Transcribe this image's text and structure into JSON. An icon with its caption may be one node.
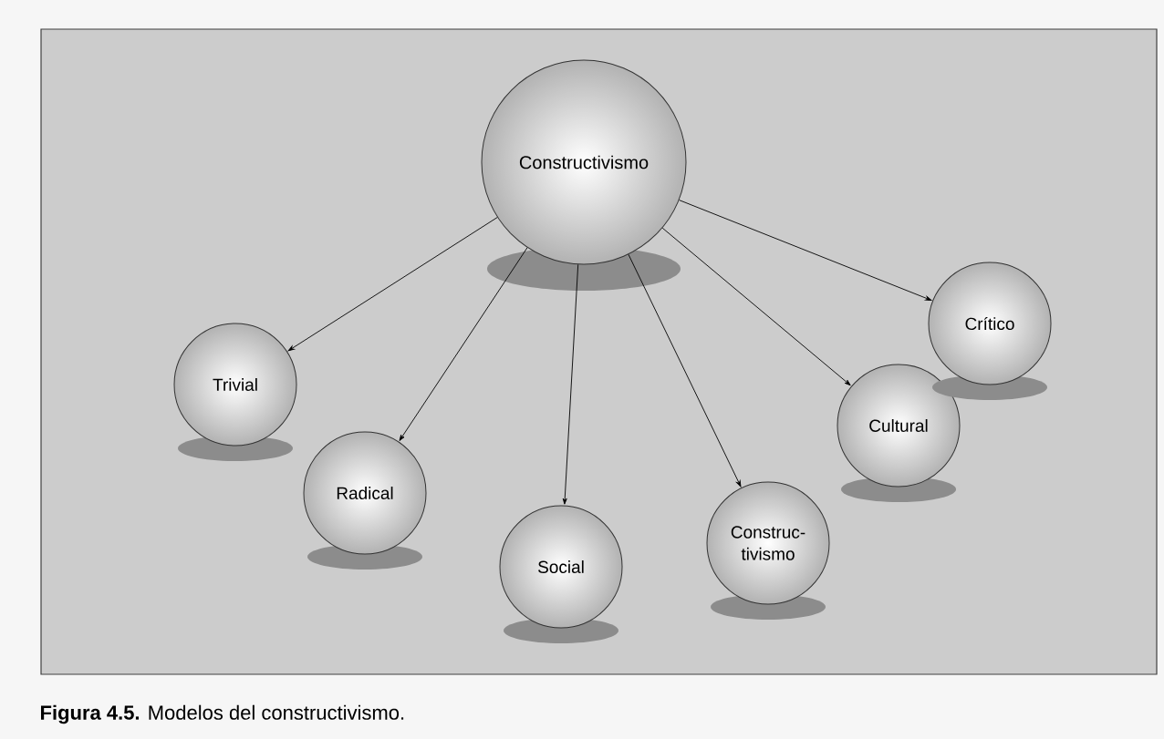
{
  "diagram": {
    "caption": "**Figura 4.5.** Modelos del constructivismo.",
    "nodes": [
      {
        "text": [
          "Constructivismo"
        ]
      },
      {
        "text": [
          "Trivial"
        ]
      },
      {
        "text": [
          "Radical"
        ]
      },
      {
        "text": [
          "Social"
        ]
      },
      {
        "text": [
          "Construc- tivismo"
        ]
      },
      {
        "text": [
          "Cultural"
        ]
      },
      {
        "text": [
          "Crítico"
        ]
      }
    ],
    "edges": [
      {
        "from": 0,
        "to": 1,
        "arrow": "to"
      },
      {
        "from": 0,
        "to": 2,
        "arrow": "to"
      },
      {
        "from": 0,
        "to": 3,
        "arrow": "to"
      },
      {
        "from": 0,
        "to": 4,
        "arrow": "to"
      },
      {
        "from": 0,
        "to": 5,
        "arrow": "to"
      },
      {
        "from": 0,
        "to": 6,
        "arrow": "to"
      }
    ]
  }
}
